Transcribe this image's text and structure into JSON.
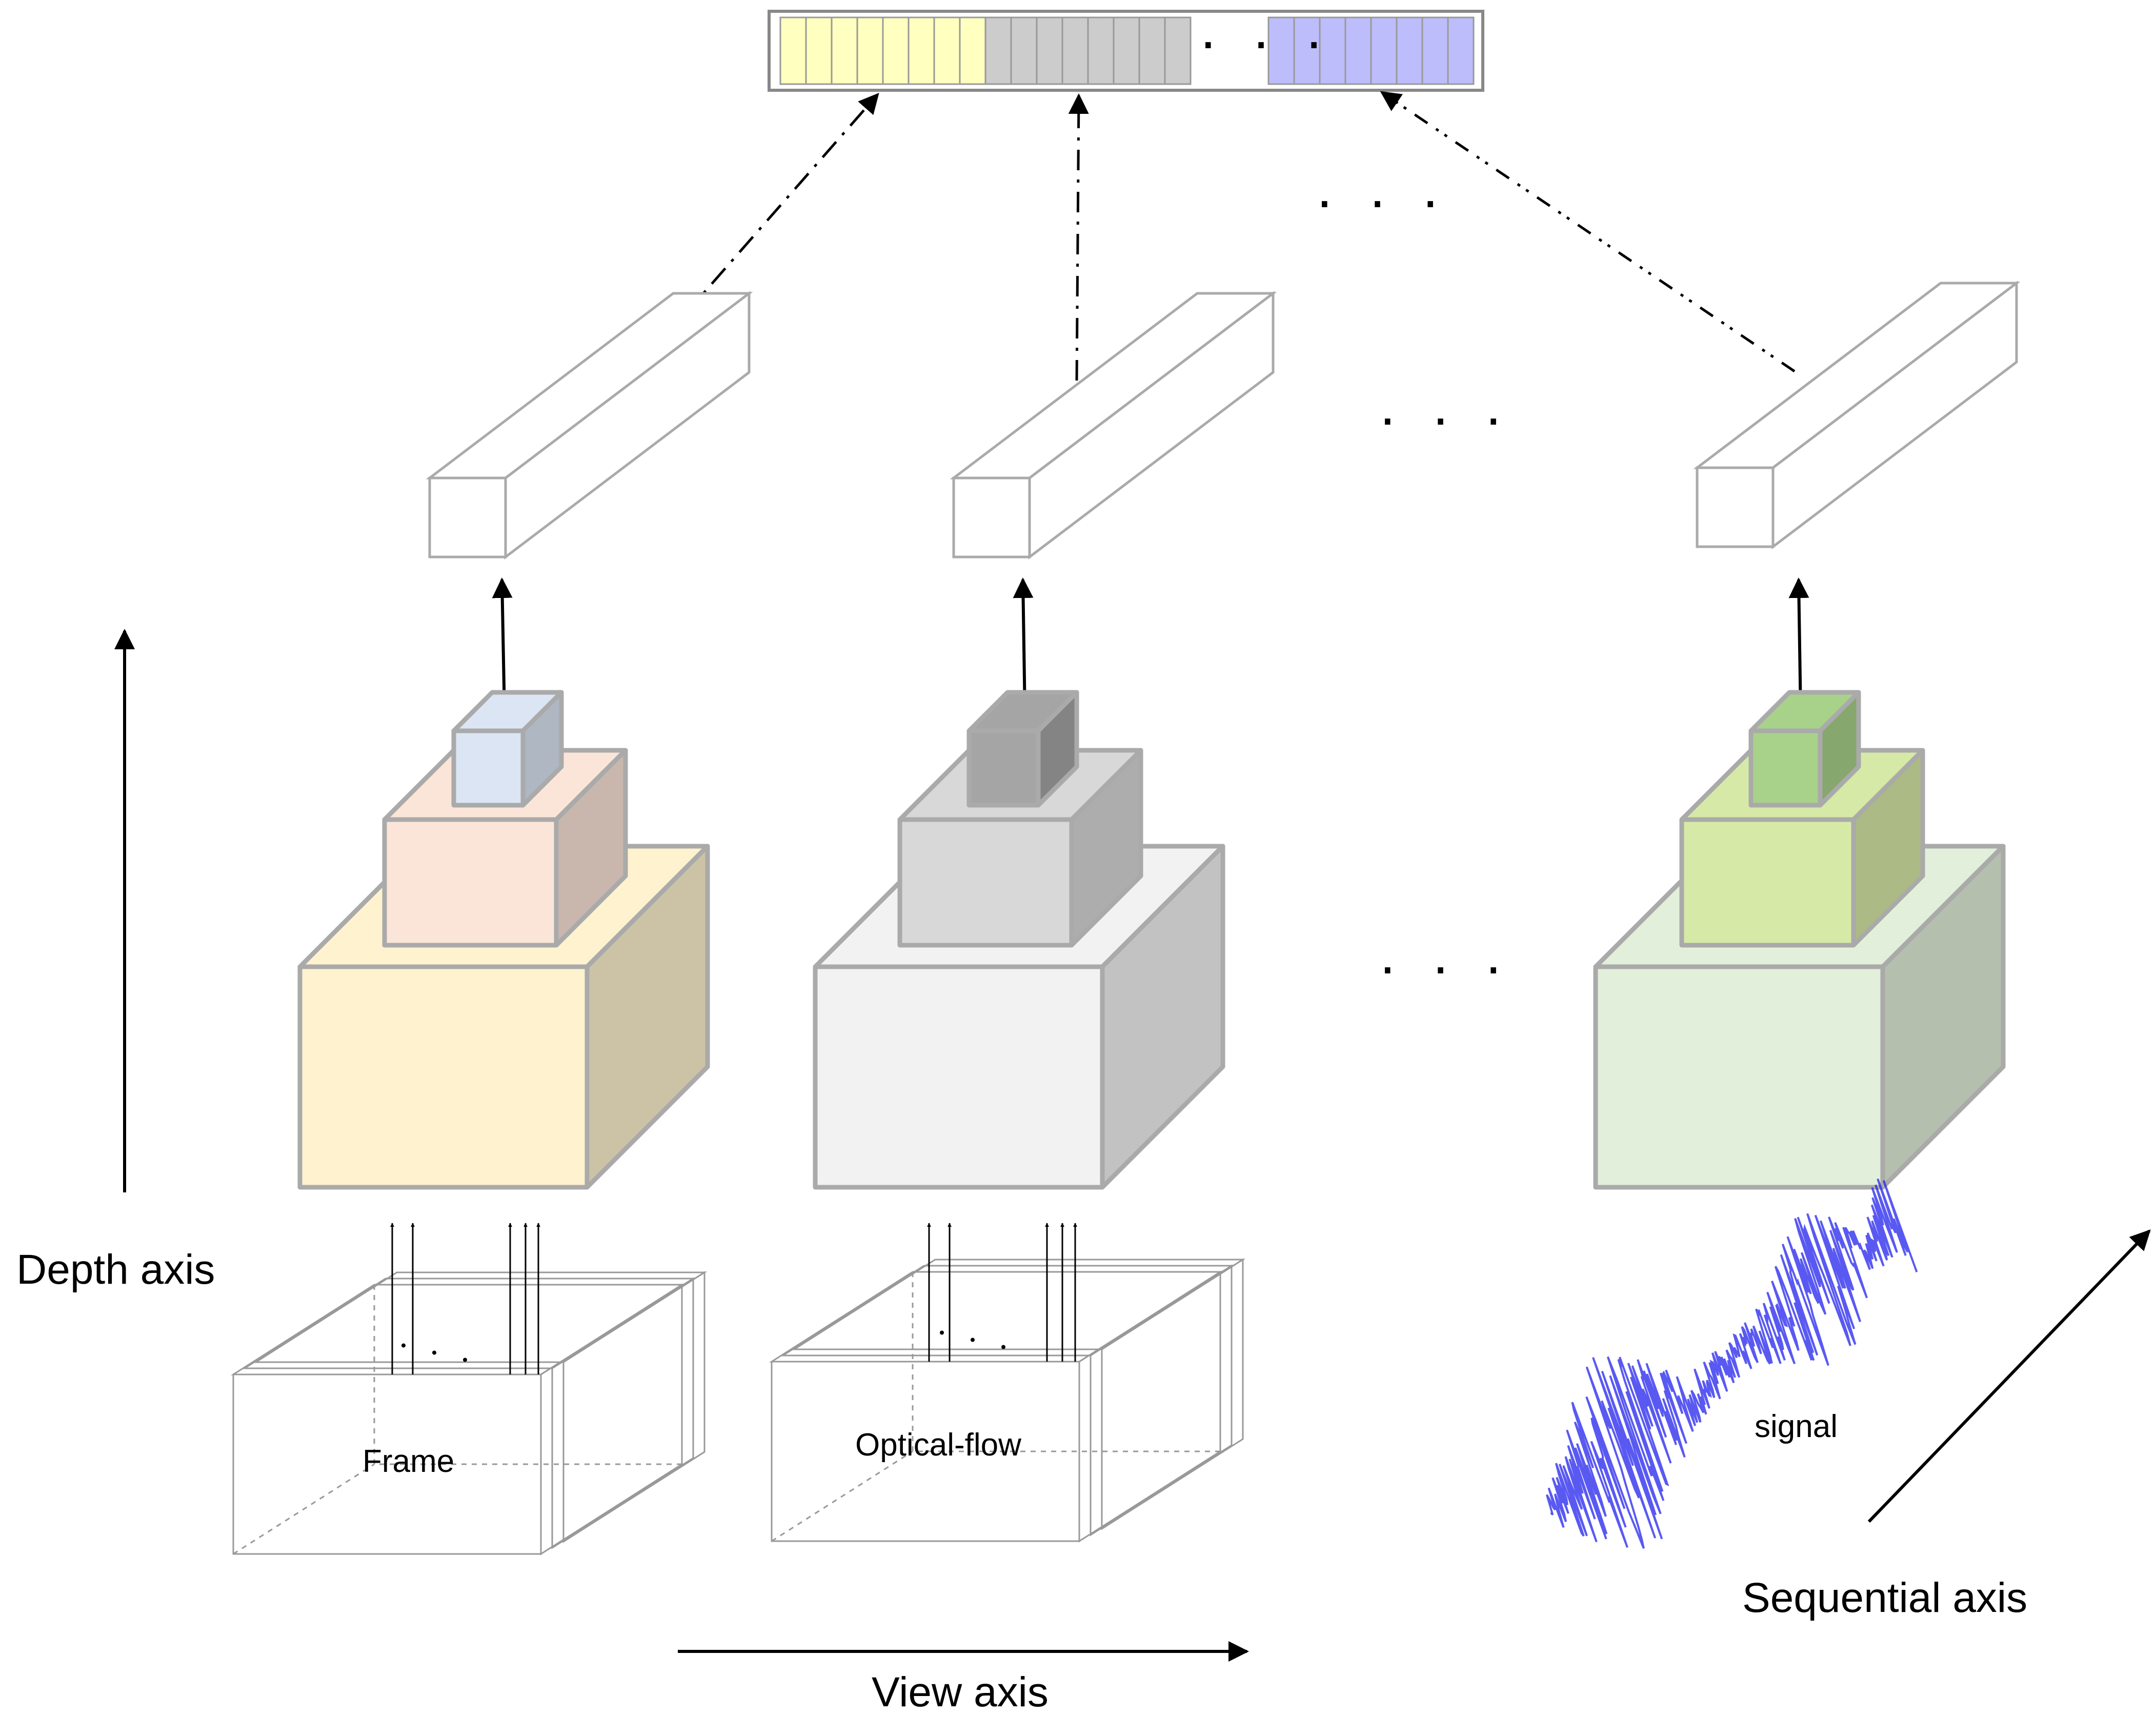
{
  "axes": {
    "depth": "Depth axis",
    "view": "View axis",
    "sequential": "Sequential axis"
  },
  "inputs": {
    "frame": "Frame",
    "optical_flow": "Optical-flow",
    "signal": "signal"
  },
  "ellipsis": "· · ·",
  "colors": {
    "frame_large": "#fff2cf",
    "frame_mid": "#fbe5d8",
    "frame_small": "#dbe5f4",
    "flow_large": "#f2f2f2",
    "flow_mid": "#d8d8d8",
    "flow_small": "#a5a5a5",
    "signal_large": "#e2efda",
    "signal_mid": "#d7e9a6",
    "signal_small": "#a8d18a",
    "token_yellow": "#ffffc0",
    "token_gray": "#cccccc",
    "token_blue": "#bdbdfb",
    "waveform": "#2222ee"
  }
}
